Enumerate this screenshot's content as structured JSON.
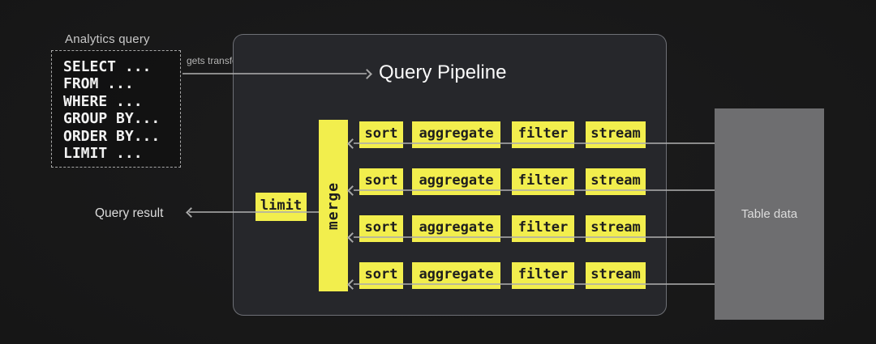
{
  "colors": {
    "accent_yellow": "#f2ee4d",
    "box_text": "#1e1e1e",
    "panel_fill": "#26272b",
    "table_fill": "#6e6e70",
    "line_gray": "#a8a8a8",
    "sql_text": "#f2f2f2",
    "title_text": "#fafafa",
    "text_light": "#dcdcdc",
    "text_muted": "#c9c9c9",
    "text_dim": "#b4b4b4",
    "dash_border": "#a8a8a8"
  },
  "analytics_query": {
    "label": "Analytics query",
    "lines": [
      "SELECT ...",
      "FROM ...",
      "WHERE ...",
      "GROUP BY...",
      "ORDER BY...",
      "LIMIT ..."
    ]
  },
  "transform_label": "gets transformed into",
  "pipeline": {
    "title": "Query Pipeline",
    "merge_label": "merge",
    "limit_label": "limit",
    "rows": [
      {
        "stages": [
          "sort",
          "aggregate",
          "filter",
          "stream"
        ]
      },
      {
        "stages": [
          "sort",
          "aggregate",
          "filter",
          "stream"
        ]
      },
      {
        "stages": [
          "sort",
          "aggregate",
          "filter",
          "stream"
        ]
      },
      {
        "stages": [
          "sort",
          "aggregate",
          "filter",
          "stream"
        ]
      }
    ]
  },
  "query_result_label": "Query result",
  "table_data_label": "Table data"
}
